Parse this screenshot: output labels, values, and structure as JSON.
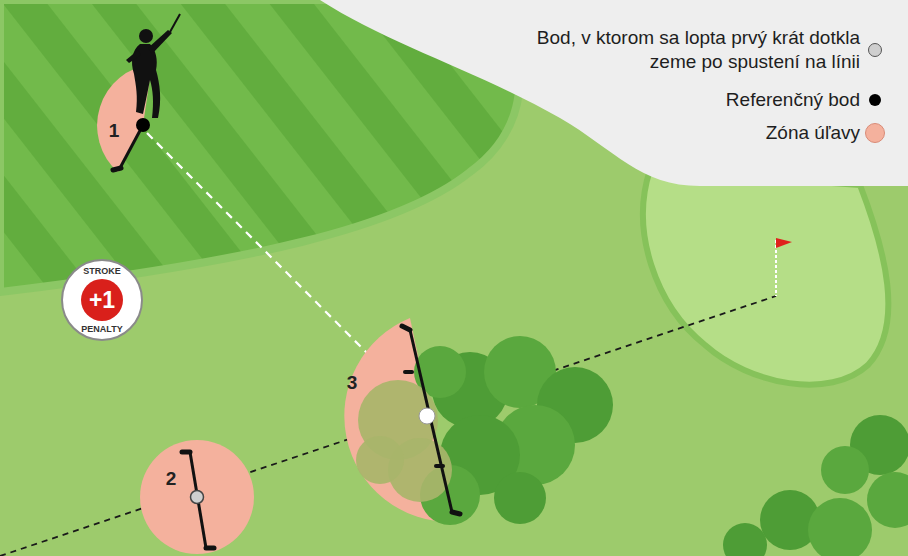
{
  "diagram": {
    "labels": [
      "1",
      "2",
      "3",
      "STROKE",
      "+1",
      "PENALTY"
    ],
    "legend": [
      {
        "text": "Bod, v ktorom sa lopta prvý krát dotkla zeme po spustení na línii",
        "color": "#cfcfcf"
      },
      {
        "text": "Referenčný bod",
        "color": "#000000"
      },
      {
        "text": "Zóna úľavy",
        "color": "#f4b19d"
      }
    ]
  }
}
